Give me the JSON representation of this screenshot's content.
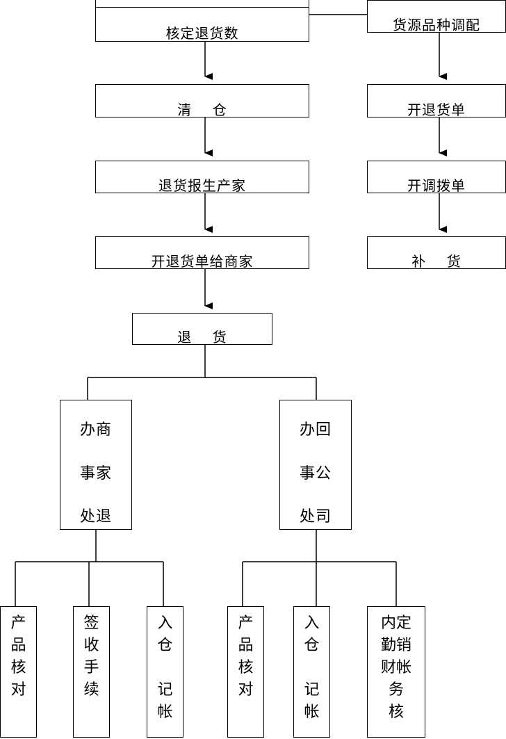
{
  "left_chain": {
    "box1": "核定退货数",
    "box2": "清    仓",
    "box3": "退货报生产家",
    "box4": "开退货单给商家",
    "box5": "退    货"
  },
  "right_chain": {
    "box1": "货源品种调配",
    "box2": "开退货单",
    "box3": "开调拨单",
    "box4": "补    货"
  },
  "offices": {
    "left": {
      "rows": [
        "办商",
        "事家",
        "处退"
      ]
    },
    "right": {
      "rows": [
        "办回",
        "事公",
        "处司"
      ]
    }
  },
  "bottom_left": {
    "a": "产\n品\n核\n对",
    "b": "签\n收\n手\n续",
    "c": "入\n仓\n\n记\n帐"
  },
  "bottom_right": {
    "a": "产\n品\n核\n对",
    "b": "入\n仓\n\n记\n帐",
    "c": "内定\n勤销\n财帐\n务\n核"
  }
}
